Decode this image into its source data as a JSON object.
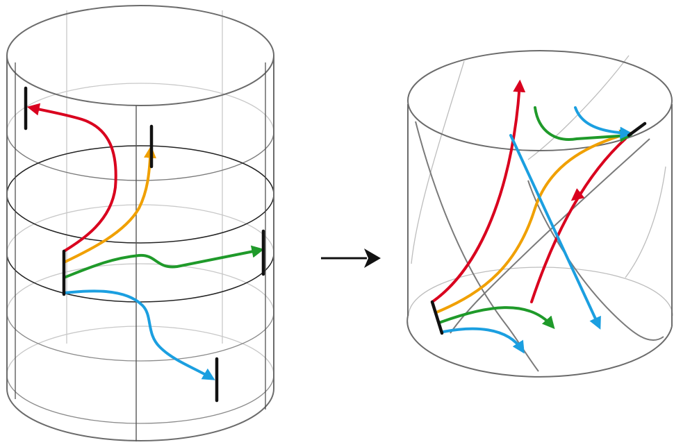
{
  "figure": {
    "kind": "cylinder-deformation-diagram",
    "arrow_glyph": "right-arrow",
    "colors": {
      "red": "#d9001e",
      "orange": "#f0a000",
      "green": "#1f9a2a",
      "blue": "#1b9fe0",
      "black": "#111111",
      "outline": "#6b6b6b",
      "guide": "#bdbdbd"
    },
    "left_cylinder": {
      "name": "left-cylinder",
      "rings": 5,
      "strands": [
        "red",
        "orange",
        "green",
        "blue"
      ]
    },
    "right_cylinder": {
      "name": "right-cylinder",
      "strands": [
        "red",
        "red",
        "orange",
        "green",
        "green",
        "blue",
        "blue"
      ]
    }
  }
}
